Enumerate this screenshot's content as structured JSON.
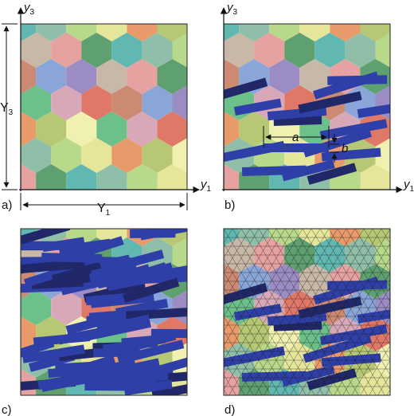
{
  "figure": {
    "panels": [
      {
        "id": "a",
        "label": "a)",
        "axis_h": "y",
        "axis_h_sub": "1",
        "axis_v": "y",
        "axis_v_sub": "3",
        "dim_h": "Y",
        "dim_h_sub": "1",
        "dim_v": "Y",
        "dim_v_sub": "3",
        "content": "hexagonal grains"
      },
      {
        "id": "b",
        "label": "b)",
        "axis_h": "y",
        "axis_h_sub": "1",
        "axis_v": "y",
        "axis_v_sub": "3",
        "dim_a": "a",
        "dim_b": "b",
        "content": "hexagonal grains with platelets"
      },
      {
        "id": "c",
        "label": "c)",
        "content": "dense random platelets"
      },
      {
        "id": "d",
        "label": "d)",
        "content": "triangulated mesh"
      }
    ],
    "colors": {
      "platelet": "#2f3fa8",
      "platelet_dark": "#20286a",
      "mesh_line": "#1a1a1a",
      "grain_palette": [
        "#6cc08a",
        "#e6a2a0",
        "#b6c874",
        "#9c8cc4",
        "#e6e69a",
        "#cc8a72",
        "#8fbfa8",
        "#d8a8b8",
        "#5fa070",
        "#f0f0b0",
        "#c8b8a8",
        "#e89a6a",
        "#8aa6d8",
        "#b8d88a",
        "#e07868",
        "#60b8b0"
      ]
    }
  }
}
